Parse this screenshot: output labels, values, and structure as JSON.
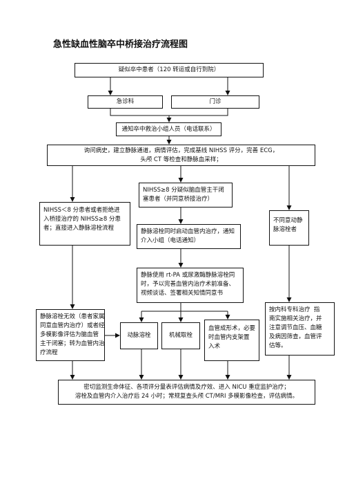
{
  "title": "急性缺血性脑卒中桥接治疗流程图",
  "nodes": {
    "suspected": "疑似卒中患者（120 转运或自行到院）",
    "emergency": "急诊科",
    "outpatient": "门诊",
    "notify": "通知卒中救治小组人员（电话联系）",
    "assess": [
      "询问病史，建立静脉通道，病情评估，完成基线 NIHSS 评分，完善 ECG，",
      "头颅 CT 等检查和静脉血采样；"
    ],
    "nihss_low": [
      "NIHSS＜8 分患者或者拒绝进",
      "入桥接治疗的 NIHSS≥8 分患",
      "者；直接进入静脉溶栓流程"
    ],
    "nihss_high": [
      "NIHSS≥8 分疑似脑血管主干闭",
      "塞患者（并同意桥接治疗）"
    ],
    "not_agree": [
      "不同意动静",
      "脉溶栓者"
    ],
    "start_interv": [
      "静脉溶栓同时启动血管内治疗，通知",
      "介入小组（电话通知）"
    ],
    "rtpa": [
      "静脉使用 rt-PA 或尿激酶静脉溶栓同",
      "时，予以完善血管内治疗术前准备、",
      "视频谈话、签署相关知情同意书"
    ],
    "thromb_fail": [
      "静脉溶栓无效（患者家属",
      "同意血管内治疗）或者经",
      "多模影像评估为脑血管",
      "主干闭塞；转为血管内治",
      "疗流程"
    ],
    "arterial": "动脉溶栓",
    "mechanical": "机械取栓",
    "angioplasty": [
      "血管成形术，必要",
      "时血管内支架置",
      "入术"
    ],
    "neuro_treat": [
      "按内科专科治疗  指",
      "南实施相关治疗，并",
      "注意调节血压、血糖",
      "及病因筛查，血管评",
      "估等。"
    ],
    "monitor": [
      "密切监测生命体征、各项评分量表评估病情及疗效、进入 NICU 重症监护治疗；",
      "溶栓及血管内介入治疗后 24 小时；常规复查头颅 CT/MRI 多模影像检查，评估病情。"
    ]
  }
}
